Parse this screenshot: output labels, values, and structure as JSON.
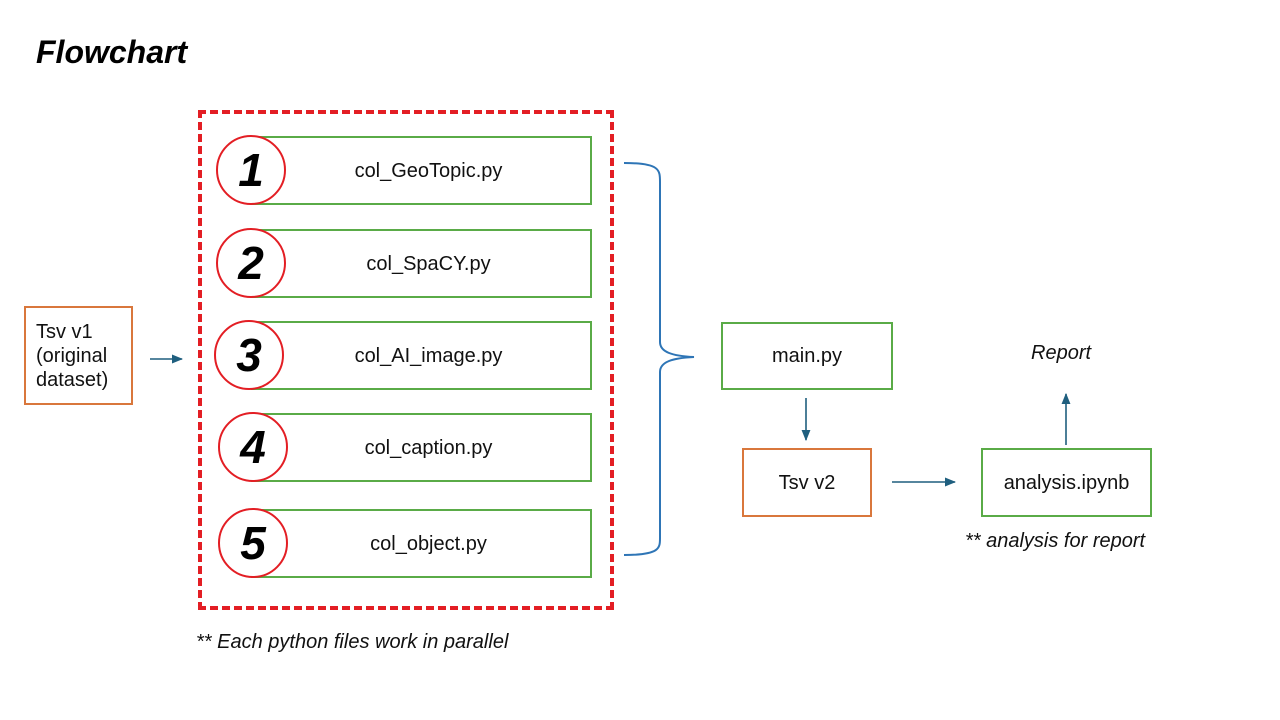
{
  "title": "Flowchart",
  "input": {
    "label": "Tsv v1 (original dataset)",
    "lines": [
      "Tsv v1",
      "(original",
      "dataset)"
    ]
  },
  "scripts": [
    {
      "number": "1",
      "file": "col_GeoTopic.py"
    },
    {
      "number": "2",
      "file": "col_SpaCY.py"
    },
    {
      "number": "3",
      "file": "col_AI_image.py"
    },
    {
      "number": "4",
      "file": "col_caption.py"
    },
    {
      "number": "5",
      "file": "col_object.py"
    }
  ],
  "parallel_note": "** Each python files work in parallel",
  "main": "main.py",
  "output": "Tsv v2",
  "analysis": "analysis.ipynb",
  "analysis_note": "** analysis for report",
  "report": "Report",
  "colors": {
    "dashed_group": "#e31e24",
    "number_circle": "#e31e24",
    "script_box": "#5aab47",
    "data_box": "#d9773c",
    "arrow": "#1f5f7f"
  }
}
